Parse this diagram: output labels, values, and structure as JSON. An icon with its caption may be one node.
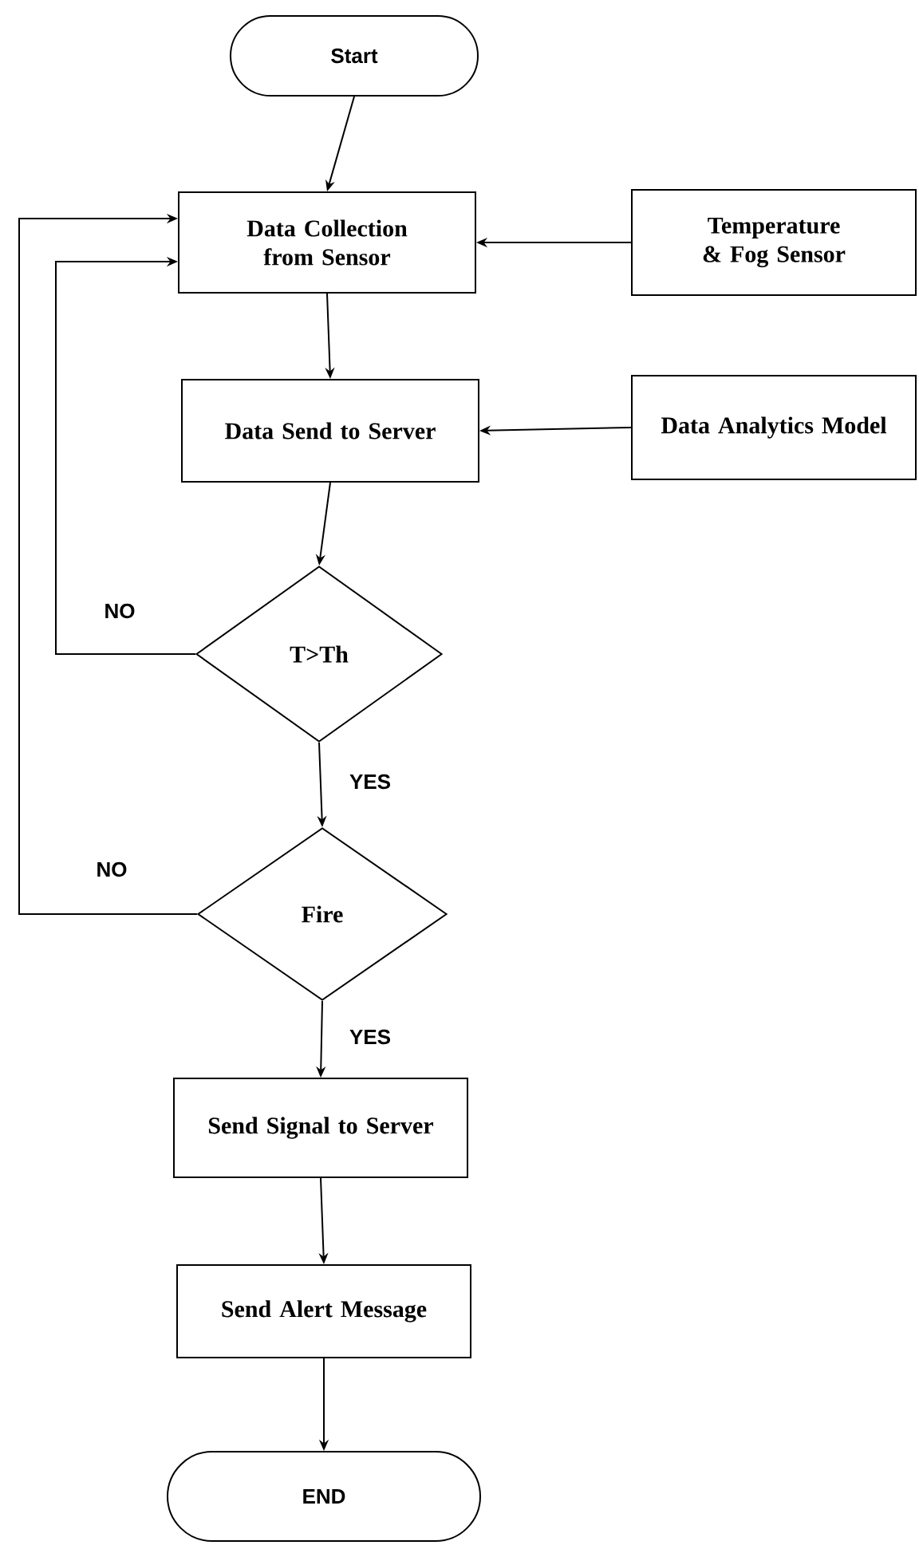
{
  "diagram": {
    "nodes": [
      {
        "text": [
          "Start"
        ]
      },
      {
        "text": [
          "Data Collection from Sensor"
        ]
      },
      {
        "text": [
          "Temperature & Fog Sensor"
        ]
      },
      {
        "text": [
          "Data Send to Server"
        ]
      },
      {
        "text": [
          "Data Analytics Model"
        ]
      },
      {
        "text": [
          "T>Th"
        ]
      },
      {
        "text": [
          "Fire"
        ]
      },
      {
        "text": [
          "Send Signal to Server"
        ]
      },
      {
        "text": [
          "Send Alert Message"
        ]
      },
      {
        "text": [
          "END"
        ]
      }
    ],
    "edges": [
      {
        "from": 0,
        "to": 1,
        "arrow": "to"
      },
      {
        "from": 2,
        "to": 1,
        "arrow": "to"
      },
      {
        "from": 1,
        "to": 3,
        "arrow": "to"
      },
      {
        "from": 4,
        "to": 3,
        "arrow": "to"
      },
      {
        "from": 3,
        "to": 5,
        "arrow": "to"
      },
      {
        "from": 5,
        "to": 1,
        "arrow": "to",
        "label": "NO"
      },
      {
        "from": 5,
        "to": 6,
        "arrow": "to",
        "label": "YES"
      },
      {
        "from": 6,
        "to": 1,
        "arrow": "to",
        "label": "NO"
      },
      {
        "from": 6,
        "to": 7,
        "arrow": "to",
        "label": "YES"
      },
      {
        "from": 7,
        "to": 8,
        "arrow": "to"
      },
      {
        "from": 8,
        "to": 9,
        "arrow": "to"
      }
    ]
  }
}
